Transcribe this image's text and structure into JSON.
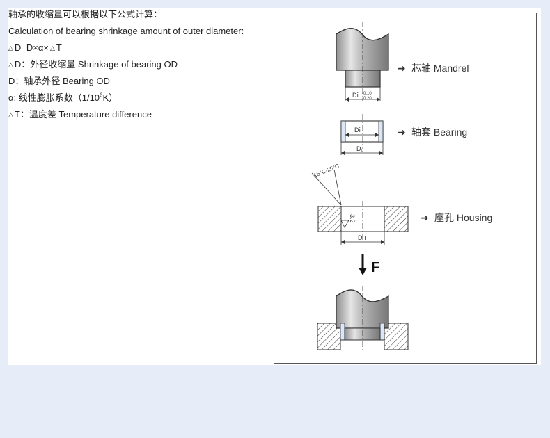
{
  "text": {
    "title_cn": "轴承的收缩量可以根据以下公式计算：",
    "title_en": "Calculation of bearing shrinkage amount of outer diameter:",
    "formula_delta_1": "△",
    "formula_main": "D=D×α×",
    "formula_delta_2": "△",
    "formula_t": "T",
    "def_d_delta": "△",
    "def_d_text": "D：外径收缩量 Shrinkage of bearing OD",
    "def_bearing_od": "D：轴承外径 Bearing OD",
    "def_alpha_prefix": "α: 线性膨胀系数（1/10",
    "def_alpha_sup": "6",
    "def_alpha_suffix": "K）",
    "def_t_delta": "△",
    "def_t_text": "T：温度差 Temperature difference"
  },
  "diagram": {
    "mandrel_label": "芯轴 Mandrel",
    "bearing_label": "轴套 Bearing",
    "housing_label": "座孔 Housing",
    "mandrel_dim_label": "Dⅰ",
    "mandrel_tol_upper": "-0.10",
    "mandrel_tol_lower": "-0.20",
    "bearing_inner_dim_label": "Dⅰ",
    "bearing_outer_dim_label": "D₀",
    "housing_dim_label": "Dн",
    "angle_label": "15°C-25°C",
    "roughness_label": "3.2",
    "force_label": "F",
    "arrow_glyph": "➜"
  },
  "colors": {
    "page_background": "#e6edf8",
    "sheet_background": "#ffffff",
    "line": "#333333",
    "bearing_blue": "#dbe7f6",
    "metal_gray": "#bfbfbf"
  },
  "icons": {
    "mandrel": "mandrel-cylinder-icon",
    "bearing": "bearing-ring-icon",
    "housing": "hatched-housing-icon",
    "force": "down-arrow-icon"
  }
}
